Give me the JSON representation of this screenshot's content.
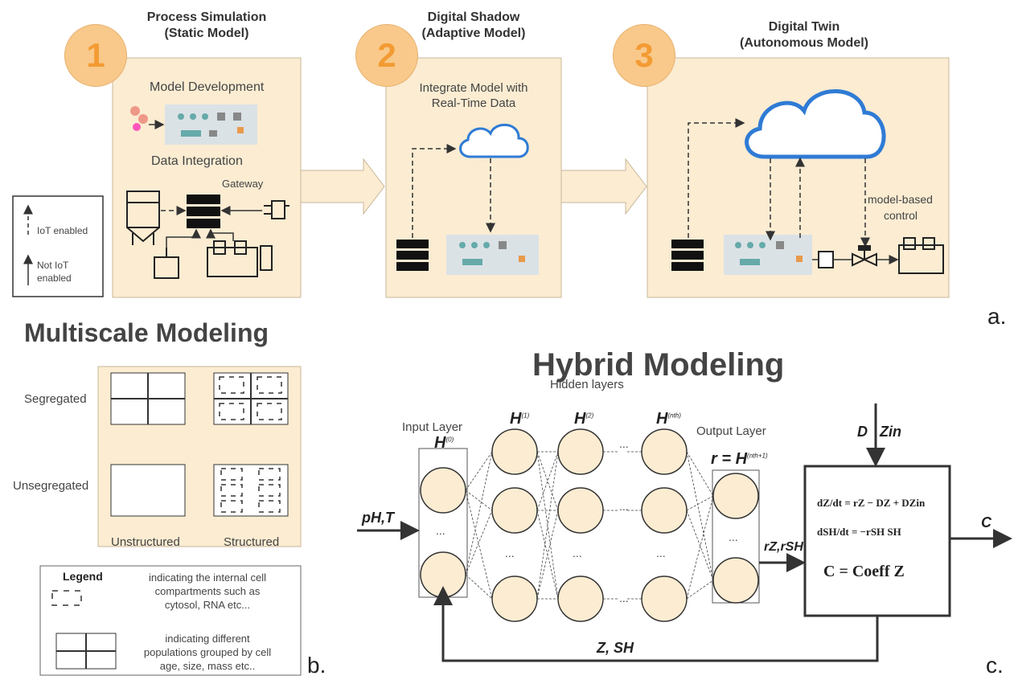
{
  "panel_a": {
    "step1": {
      "number": "1",
      "title_line1": "Process Simulation",
      "title_line2": "(Static Model)",
      "model_development": "Model Development",
      "data_integration": "Data Integration",
      "gateway": "Gateway"
    },
    "step2": {
      "number": "2",
      "title_line1": "Digital Shadow",
      "title_line2": "(Adaptive Model)",
      "integrate_line1": "Integrate Model with",
      "integrate_line2": "Real-Time Data"
    },
    "step3": {
      "number": "3",
      "title_line1": "Digital Twin",
      "title_line2": "(Autonomous Model)",
      "control_line1": "model-based",
      "control_line2": "control"
    },
    "legend": {
      "iot": "IoT enabled",
      "not_iot_line1": "Not IoT",
      "not_iot_line2": "enabled"
    },
    "letter": "a."
  },
  "panel_b": {
    "title": "Multiscale Modeling",
    "row1": "Segregated",
    "row2": "Unsegregated",
    "col1": "Unstructured",
    "col2": "Structured",
    "legend_title": "Legend",
    "legend_item1_line1": "indicating the internal cell",
    "legend_item1_line2": "compartments such as",
    "legend_item1_line3": "cytosol, RNA etc...",
    "legend_item2_line1": "indicating different",
    "legend_item2_line2": "populations grouped by cell",
    "legend_item2_line3": "age, size, mass etc..",
    "letter": "b."
  },
  "panel_c": {
    "title": "Hybrid Modeling",
    "hidden_layers": "Hidden layers",
    "input_layer": "Input Layer",
    "output_layer": "Output Layer",
    "h0": "H",
    "h0_sup": "(0)",
    "h1": "H",
    "h1_sup": "(1)",
    "h2": "H",
    "h2_sup": "(2)",
    "hn": "H",
    "hn_sup": "(nth)",
    "r_eq": "r = H",
    "r_sup": "(nth+1)",
    "input_var": "pH,T",
    "rates": "rZ,rSH",
    "d_label": "D",
    "zin_label": "Zin",
    "output_var": "C",
    "feedback": "Z, SH",
    "dots": "...",
    "eq1": "dZ/dt = rZ − DZ + DZin",
    "eq2": "dSH/dt = −rSH SH",
    "eq3": "C = Coeff Z",
    "letter": "c."
  }
}
